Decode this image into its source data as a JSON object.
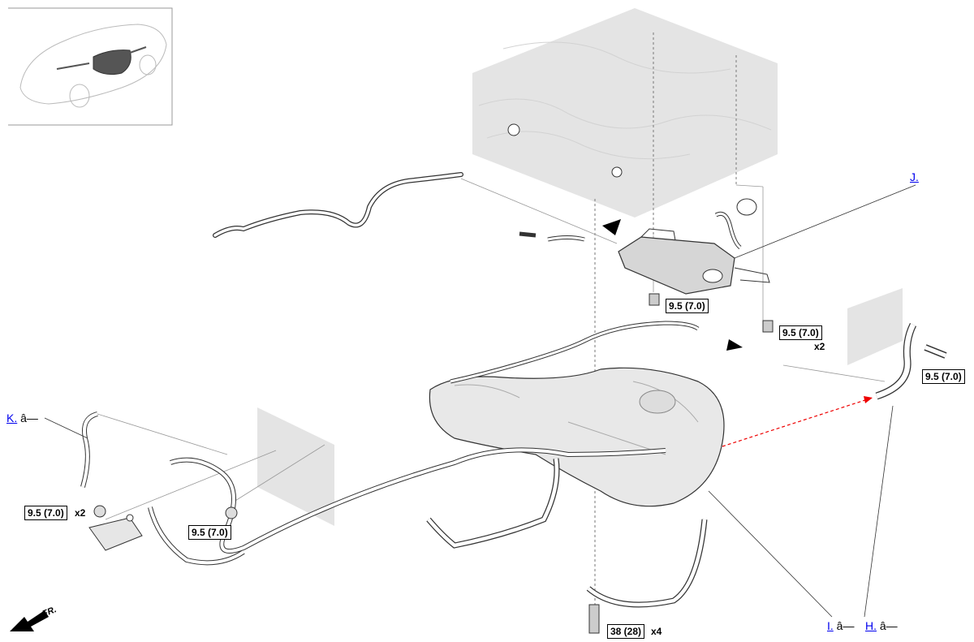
{
  "torque_labels": {
    "canister_bolt": "9.5 (7.0)",
    "canister_bracket_bolt": "9.5 (7.0)",
    "canister_bracket_qty": "x2",
    "filler_bolt": "9.5 (7.0)",
    "left_nut": "9.5 (7.0)",
    "left_nut_qty": "x2",
    "center_nut": "9.5 (7.0)",
    "strap_bolt": "38 (28)",
    "strap_bolt_qty": "x4"
  },
  "references": {
    "j": "J.",
    "k": "K.",
    "k_suffix": "â—",
    "i": "I.",
    "i_suffix": "â—",
    "h": "H.",
    "h_suffix": "â—"
  },
  "front_indicator": "FR."
}
